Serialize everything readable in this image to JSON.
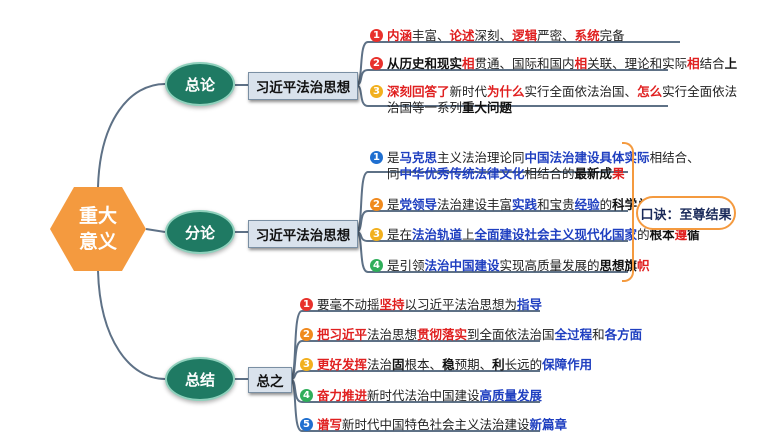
{
  "center": {
    "line1": "重大",
    "line2": "意义"
  },
  "branches": [
    {
      "name": "总论",
      "label": "习近平法治思想",
      "items": [
        {
          "num": "1",
          "color": "#e8312c",
          "segments": [
            {
              "t": "内涵",
              "s": "red"
            },
            {
              "t": "丰富、",
              "s": ""
            },
            {
              "t": "论述",
              "s": "red"
            },
            {
              "t": "深刻、",
              "s": ""
            },
            {
              "t": "逻辑",
              "s": "red"
            },
            {
              "t": "严密、",
              "s": ""
            },
            {
              "t": "系统",
              "s": "red"
            },
            {
              "t": "完备",
              "s": ""
            }
          ]
        },
        {
          "num": "2",
          "color": "#e8312c",
          "segments": [
            {
              "t": "从",
              "s": "bold"
            },
            {
              "t": "历史和现实",
              "s": "bold"
            },
            {
              "t": "相",
              "s": "red"
            },
            {
              "t": "贯通、国际和国内",
              "s": ""
            },
            {
              "t": "相",
              "s": "red"
            },
            {
              "t": "关联、理论和实际",
              "s": ""
            },
            {
              "t": "相",
              "s": "red"
            },
            {
              "t": "结合",
              "s": ""
            },
            {
              "t": "上",
              "s": "bold"
            }
          ]
        },
        {
          "num": "3",
          "color": "#f2b01e",
          "lines": [
            [
              {
                "t": "深刻回答了",
                "s": "red"
              },
              {
                "t": "新时代",
                "s": ""
              },
              {
                "t": "为什么",
                "s": "red"
              },
              {
                "t": "实行全面依法治国、",
                "s": ""
              },
              {
                "t": "怎么",
                "s": "red"
              },
              {
                "t": "实行全面依法",
                "s": ""
              }
            ],
            [
              {
                "t": "治国等一系列",
                "s": ""
              },
              {
                "t": "重大问题",
                "s": "bold"
              }
            ]
          ]
        }
      ]
    },
    {
      "name": "分论",
      "label": "习近平法治思想",
      "items": [
        {
          "num": "1",
          "color": "#1f6fd0",
          "lines": [
            [
              {
                "t": "是",
                "s": ""
              },
              {
                "t": "马克思",
                "s": "blue"
              },
              {
                "t": "主义法治理论同",
                "s": ""
              },
              {
                "t": "中国法治建设具体实际",
                "s": "blue"
              },
              {
                "t": "相结合、",
                "s": ""
              }
            ],
            [
              {
                "t": "同",
                "s": ""
              },
              {
                "t": "中华优秀传统法律文化",
                "s": "blue"
              },
              {
                "t": "相结合的",
                "s": ""
              },
              {
                "t": "最新成",
                "s": "bold"
              },
              {
                "t": "果",
                "s": "red"
              }
            ]
          ]
        },
        {
          "num": "2",
          "color": "#f08a1e",
          "segments": [
            {
              "t": "是",
              "s": ""
            },
            {
              "t": "党领导",
              "s": "blue"
            },
            {
              "t": "法治建设丰富",
              "s": ""
            },
            {
              "t": "实践",
              "s": "blue"
            },
            {
              "t": "和宝贵",
              "s": ""
            },
            {
              "t": "经验",
              "s": "blue"
            },
            {
              "t": "的",
              "s": ""
            },
            {
              "t": "科学总",
              "s": "bold"
            },
            {
              "t": "结",
              "s": "red"
            }
          ]
        },
        {
          "num": "3",
          "color": "#f2b01e",
          "segments": [
            {
              "t": "是在",
              "s": ""
            },
            {
              "t": "法治轨道",
              "s": "blue"
            },
            {
              "t": "上",
              "s": ""
            },
            {
              "t": "全面建设社会主义现代化国家",
              "s": "blue"
            },
            {
              "t": "的",
              "s": ""
            },
            {
              "t": "根本",
              "s": "bold"
            },
            {
              "t": "遵",
              "s": "red"
            },
            {
              "t": "循",
              "s": "bold"
            }
          ]
        },
        {
          "num": "4",
          "color": "#2fae5a",
          "segments": [
            {
              "t": "是引领",
              "s": ""
            },
            {
              "t": "法治中国建设",
              "s": "blue"
            },
            {
              "t": "实现高质量发展的",
              "s": ""
            },
            {
              "t": "思想旗",
              "s": "bold"
            },
            {
              "t": "帜",
              "s": "red"
            }
          ]
        }
      ]
    },
    {
      "name": "总结",
      "label": "总之",
      "items": [
        {
          "num": "1",
          "color": "#e8312c",
          "segments": [
            {
              "t": "要毫不动摇",
              "s": ""
            },
            {
              "t": "坚持",
              "s": "red"
            },
            {
              "t": "以习近平法治思想为",
              "s": ""
            },
            {
              "t": "指导",
              "s": "blue"
            }
          ]
        },
        {
          "num": "2",
          "color": "#f08a1e",
          "segments": [
            {
              "t": "把习近平",
              "s": "red"
            },
            {
              "t": "法治思想",
              "s": ""
            },
            {
              "t": "贯彻落实",
              "s": "red"
            },
            {
              "t": "到全面依法治国",
              "s": ""
            },
            {
              "t": "全过程",
              "s": "blue"
            },
            {
              "t": "和",
              "s": ""
            },
            {
              "t": "各方面",
              "s": "blue"
            }
          ]
        },
        {
          "num": "3",
          "color": "#f2b01e",
          "segments": [
            {
              "t": "更好发挥",
              "s": "red"
            },
            {
              "t": "法治",
              "s": ""
            },
            {
              "t": "固",
              "s": "bold"
            },
            {
              "t": "根本、",
              "s": ""
            },
            {
              "t": "稳",
              "s": "bold"
            },
            {
              "t": "预期、",
              "s": ""
            },
            {
              "t": "利",
              "s": "bold"
            },
            {
              "t": "长远的",
              "s": ""
            },
            {
              "t": "保障作用",
              "s": "blue"
            }
          ]
        },
        {
          "num": "4",
          "color": "#2fae5a",
          "segments": [
            {
              "t": "奋力推进",
              "s": "red"
            },
            {
              "t": "新时代法治中国建设",
              "s": ""
            },
            {
              "t": "高质量发展",
              "s": "blue"
            }
          ]
        },
        {
          "num": "5",
          "color": "#1f6fd0",
          "segments": [
            {
              "t": "谱写",
              "s": "red"
            },
            {
              "t": "新时代中国特色社会主义法治建设",
              "s": ""
            },
            {
              "t": "新篇章",
              "s": "blue"
            }
          ]
        }
      ]
    }
  ],
  "mnemonic": "口诀：至尊结果",
  "colors": {
    "wire": "#5e7186",
    "accent": "#f49a3f",
    "node": "#1f7a63"
  }
}
